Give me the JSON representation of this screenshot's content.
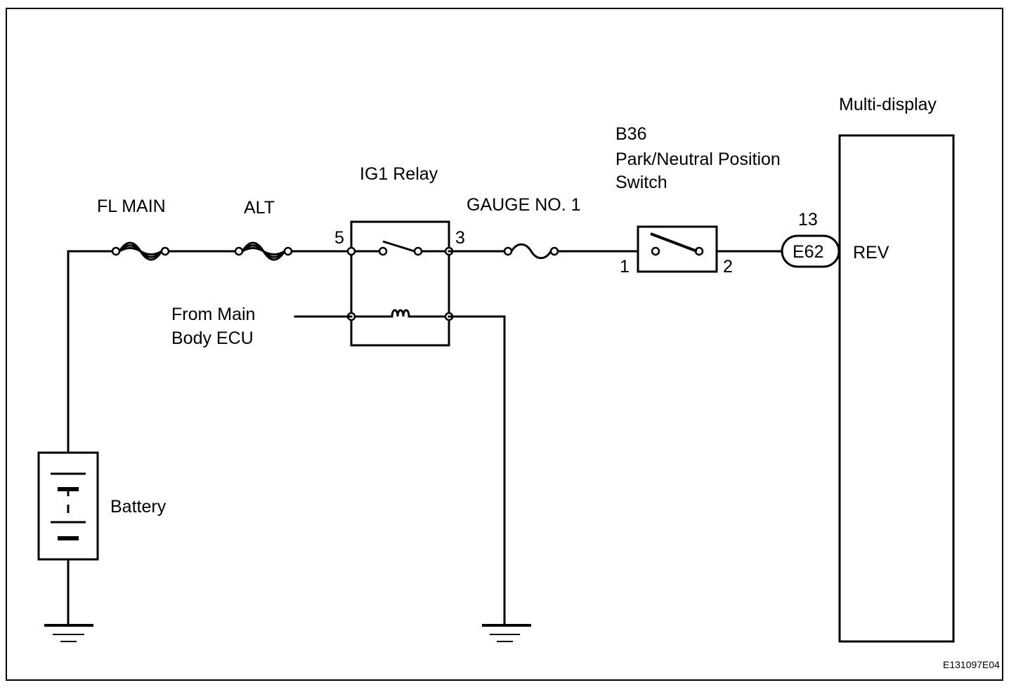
{
  "labels": {
    "fl_main": "FL MAIN",
    "alt": "ALT",
    "ig1_relay": "IG1 Relay",
    "pin_5": "5",
    "pin_3": "3",
    "gauge": "GAUGE NO. 1",
    "b36": "B36",
    "pnp_switch_line1": "Park/Neutral Position",
    "pnp_switch_line2": "Switch",
    "pin_1": "1",
    "pin_2": "2",
    "pin_13": "13",
    "connector_e62": "E62",
    "rev": "REV",
    "multi_display": "Multi-display",
    "from_main_line1": "From Main",
    "from_main_line2": "Body ECU",
    "battery": "Battery",
    "figure_code": "E131097E04"
  },
  "colors": {
    "line": "#000000",
    "background": "#ffffff"
  }
}
